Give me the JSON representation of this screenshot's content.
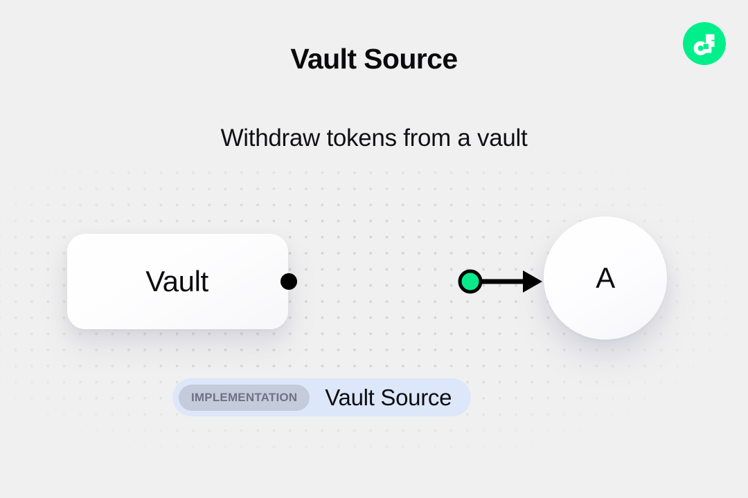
{
  "page": {
    "background_color": "#f0f0f0",
    "title": "Vault Source",
    "subtitle": "Withdraw tokens from a vault"
  },
  "brand": {
    "logo_name": "flow-logo",
    "logo_color": "#00ef8b",
    "logo_mark_color": "#ffffff"
  },
  "diagram": {
    "type": "flow-graph",
    "nodes": [
      {
        "id": "vault",
        "label": "Vault",
        "shape": "rounded-rect"
      },
      {
        "id": "a",
        "label": "A",
        "shape": "circle"
      }
    ],
    "edges": [
      {
        "from": "vault",
        "to": "a",
        "source_handle_color": "#000000",
        "midpoint_handle_color": "#0aea8a",
        "line_color": "#000000",
        "arrow": "triangle"
      }
    ]
  },
  "badge": {
    "kind_label": "IMPLEMENTATION",
    "name": "Vault Source",
    "container_color": "#dde7fa",
    "pill_color": "#c4cbdb",
    "pill_text_color": "#6d7384"
  }
}
